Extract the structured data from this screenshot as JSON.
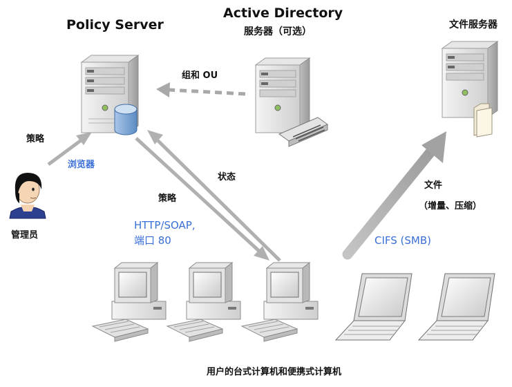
{
  "nodes": {
    "policy_server": {
      "title": "Policy Server"
    },
    "active_directory": {
      "title": "Active Directory",
      "subtitle": "服务器（可选）"
    },
    "file_server": {
      "title": "文件服务器"
    },
    "admin": {
      "label": "管理员"
    },
    "clients": {
      "label": "用户的台式计算机和便携式计算机"
    }
  },
  "edges": {
    "ad_to_policy": {
      "label": "组和 OU"
    },
    "admin_to_policy": {
      "label": "策略",
      "sublabel": "浏览器"
    },
    "client_status": {
      "label": "状态"
    },
    "policy_to_client": {
      "label": "策略",
      "protocol_line1": "HTTP/SOAP,",
      "protocol_line2": "端口 80"
    },
    "client_to_file": {
      "label_line1": "文件",
      "label_line2": "（增量、压缩）",
      "protocol": "CIFS (SMB)"
    }
  },
  "colors": {
    "arrow_gray": "#b0b0b0",
    "arrow_dashed": "#a8a8a8",
    "accent_blue": "#3a6fd8",
    "server_body": "#d8d8d8",
    "db_blue": "#7fa8d6"
  },
  "icons": [
    "server-icon",
    "database-icon",
    "drive-bay-icon",
    "folder-icon",
    "user-icon",
    "desktop-icon",
    "laptop-icon",
    "keyboard-icon"
  ]
}
